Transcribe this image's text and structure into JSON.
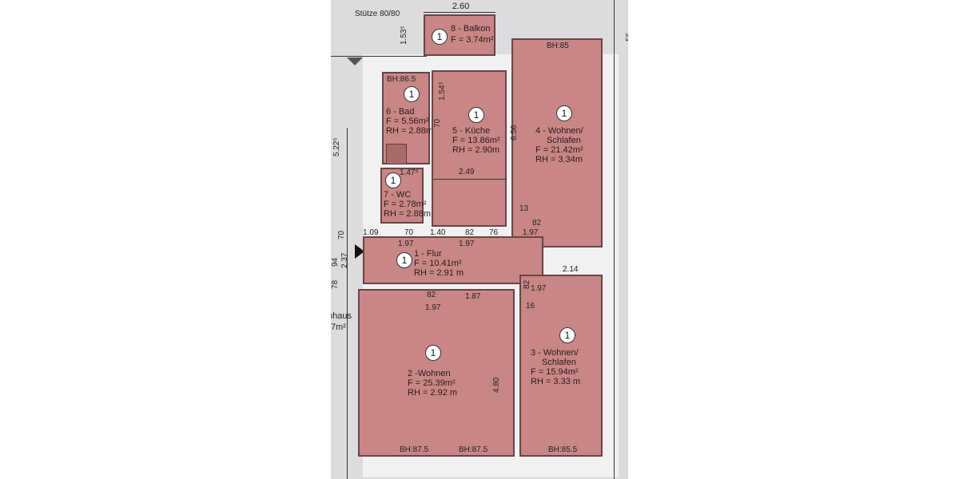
{
  "plan": {
    "support_note": "Stütze 80/80",
    "top_dimension": "2.60",
    "rooms": [
      {
        "badge": "1",
        "name": "8 - Balkon",
        "area": "F = 3.74m²"
      },
      {
        "badge": "1",
        "name": "6 - Bad",
        "area": "F = 5.56m²",
        "height": "RH = 2.88m"
      },
      {
        "badge": "1",
        "name": "7 - WC",
        "area": "F = 2.78m²",
        "height": "RH = 2.88m"
      },
      {
        "badge": "1",
        "name": "5 - Küche",
        "area": "F = 13.86m²",
        "height": "RH = 2.90m"
      },
      {
        "badge": "1",
        "name": "4 - Wohnen/",
        "name2": "Schlafen",
        "area": "F = 21.42m²",
        "height": "RH = 3.34m"
      },
      {
        "badge": "1",
        "name": "1 - Flur",
        "area": "F = 10.41m²",
        "height": "RH = 2.91 m"
      },
      {
        "badge": "1",
        "name": "2 -Wohnen",
        "area": "F = 25.39m²",
        "height": "RH = 2.92 m"
      },
      {
        "badge": "1",
        "name": "3 - Wohnen/",
        "name2": "Schlafen",
        "area": "F = 15.94m²",
        "height": "RH = 3.33 m"
      }
    ],
    "sill_heights": [
      "BH:86.5",
      "BH:85",
      "BH:87.5",
      "BH:87.5",
      "BH:85.5"
    ],
    "dimensions": [
      "1.53⁵",
      "1.54⁵",
      "70",
      "5.22⁵",
      "1.47⁵",
      "2.49",
      "6.56",
      "13",
      "82",
      "1.97",
      "1.09",
      "70",
      "1.40",
      "82",
      "76",
      "1.97",
      "1.97",
      "70",
      "94",
      "2.37",
      "78",
      "2.14",
      "82",
      "1.97",
      "16",
      "82",
      "1.87",
      "1.97",
      "4.80"
    ],
    "neighbor_label": "nhaus",
    "neighbor_area": "7m²",
    "edge_text": "56"
  }
}
